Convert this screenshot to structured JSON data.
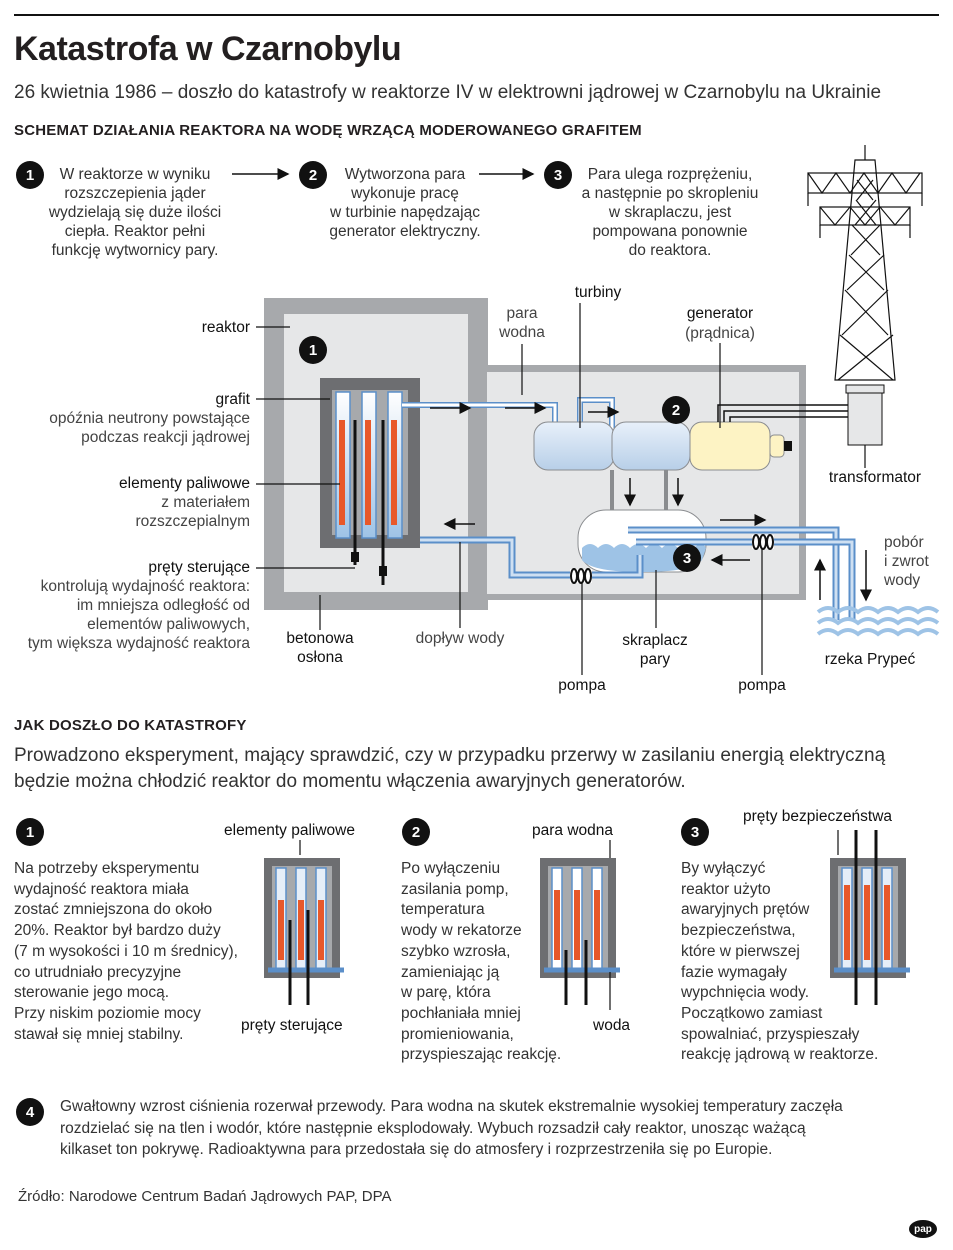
{
  "header": {
    "title": "Katastrofa w Czarnobylu",
    "subtitle": "26 kwietnia 1986 – doszło do katastrofy w reaktorze IV w elektrowni jądrowej w Czarnobylu na Ukrainie"
  },
  "schema": {
    "heading": "SCHEMAT DZIAŁANIA REAKTORA NA WODĘ WRZĄCĄ MODEROWANEGO GRAFITEM",
    "steps": [
      {
        "num": "1",
        "lines": [
          "W reaktorze w wyniku",
          "rozszczepienia jąder",
          "wydzielają się duże ilości",
          "ciepła. Reaktor pełni",
          "funkcję wytwornicy pary."
        ]
      },
      {
        "num": "2",
        "lines": [
          "Wytworzona para",
          "wykonuje pracę",
          "w turbinie napędzając",
          "generator elektryczny."
        ]
      },
      {
        "num": "3",
        "lines": [
          "Para ulega rozprężeniu,",
          "a następnie po skropleniu",
          "w skraplaczu, jest",
          "pompowana ponownie",
          "do reaktora."
        ]
      }
    ],
    "labels": {
      "reaktor": "reaktor",
      "grafit": "grafit",
      "grafit_desc": [
        "opóźnia neutrony powstające",
        "podczas reakcji jądrowej"
      ],
      "elementy": "elementy paliwowe",
      "elementy_desc": [
        "z materiałem",
        "rozszczepialnym"
      ],
      "prety": "pręty sterujące",
      "prety_desc": [
        "kontrolują wydajność reaktora:",
        "im mniejsza odległość od",
        "elementów paliwowych,",
        "tym większa wydajność reaktora"
      ],
      "oslona": [
        "betonowa",
        "osłona"
      ],
      "doplyw": "dopływ wody",
      "para": [
        "para",
        "wodna"
      ],
      "turbiny": "turbiny",
      "generator": "generator",
      "pradnica": "(prądnica)",
      "transformator": "transformator",
      "pobor": [
        "pobór",
        "i zwrot",
        "wody"
      ],
      "rzeka": "rzeka Prypeć",
      "skraplacz": [
        "skraplacz",
        "pary"
      ],
      "pompa1": "pompa",
      "pompa2": "pompa"
    },
    "diagram_markers": [
      "1",
      "2",
      "3"
    ]
  },
  "disaster": {
    "heading": "JAK DOSZŁO DO KATASTROFY",
    "intro_lines": [
      "Prowadzono eksperyment, mający sprawdzić, czy w przypadku przerwy w zasilaniu energią elektryczną",
      "będzie można chłodzić reaktor  do momentu włączenia awaryjnych generatorów."
    ],
    "panels": [
      {
        "num": "1",
        "top_label": "elementy paliwowe",
        "bottom_label": "pręty sterujące",
        "lines": [
          "Na potrzeby eksperymentu",
          "wydajność reaktora miała",
          "zostać zmniejszona do około",
          "20%. Reaktor był bardzo duży",
          "(7 m wysokości i 10 m średnicy),",
          "co utrudniało precyzyjne",
          "sterowanie jego mocą.",
          "Przy niskim poziomie mocy",
          "stawał się mniej stabilny."
        ]
      },
      {
        "num": "2",
        "top_label": "para wodna",
        "bottom_label": "woda",
        "lines": [
          "Po wyłączeniu",
          "zasilania pomp,",
          "temperatura",
          "wody w rekatorze",
          "szybko wzrosła,",
          "zamieniając ją",
          "w parę, która",
          "pochłaniała mniej",
          "promieniowania,",
          "przyspieszając reakcję."
        ]
      },
      {
        "num": "3",
        "top_label": "pręty bezpieczeństwa",
        "lines": [
          "By wyłączyć",
          "reaktor użyto",
          "awaryjnych prętów",
          "bezpieczeństwa,",
          "które w pierwszej",
          "fazie wymagały",
          "wypchnięcia wody.",
          "Początkowo zamiast",
          "spowalniać, przyspieszały",
          "reakcję jądrową w reaktorze."
        ]
      }
    ],
    "final": {
      "num": "4",
      "lines": [
        "Gwałtowny wzrost ciśnienia rozerwał przewody. Para wodna na skutek ekstremalnie wysokiej temperatury zaczęła",
        "rozdzielać się na tlen i wodór, które następnie eksplodowały. Wybuch rozsadził cały reaktor, unosząc ważącą",
        "kilkaset ton pokrywę. Radioaktywna para przedostała się do atmosfery i rozprzestrzeniła się po Europie."
      ]
    }
  },
  "footer": {
    "source": "Źródło: Narodowe Centrum Badań Jądrowych PAP, DPA",
    "logo": "pap"
  },
  "colors": {
    "concrete": "#a7a9ac",
    "inner": "#e6e7e8",
    "graphite": "#6d6e71",
    "fuel": "#e8582a",
    "water": "#9ec3e6",
    "pipe": "#5b8fc9",
    "generator": "#fdf3c4"
  }
}
